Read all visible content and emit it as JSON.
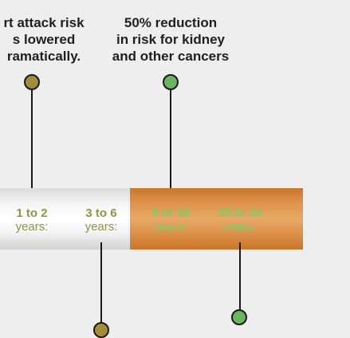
{
  "captions": {
    "left": {
      "lines": [
        "rt attack risk",
        "s lowered",
        "ramatically."
      ]
    },
    "right": {
      "lines": [
        "50% reduction",
        "in risk for kidney",
        "and other cancers"
      ]
    }
  },
  "timeline": {
    "segments": [
      {
        "range": "1 to 2",
        "unit": "years:"
      },
      {
        "range": "3 to 6",
        "unit": "years:"
      },
      {
        "range": "5 to 15",
        "unit": "years:"
      },
      {
        "range": "15 to 20",
        "unit": "years:"
      }
    ]
  },
  "colors": {
    "background": "#efeeef",
    "olive_marker": "#a48c3d",
    "green_marker": "#6cb45f",
    "orange_band": "#d98a3e",
    "olive_text": "#8f9445",
    "green_text": "#7ccd6a"
  }
}
